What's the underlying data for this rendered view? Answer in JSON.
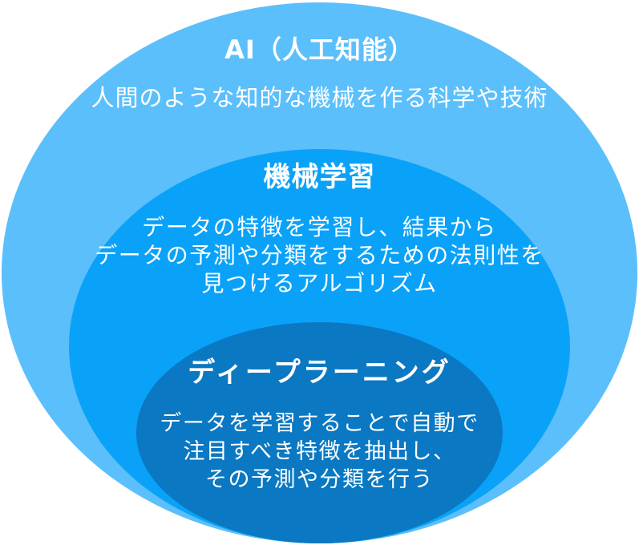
{
  "colors": {
    "outer": "#5BBFFB",
    "middle": "#0AA2F8",
    "inner": "#0A78C2",
    "text": "#FFFFFF",
    "background": "#FFFFFF"
  },
  "ai": {
    "title": "AI（人工知能）",
    "description": "人間のような知的な機械を作る科学や技術"
  },
  "machine_learning": {
    "title": "機械学習",
    "description_lines": [
      "データの特徴を学習し、結果から",
      "データの予測や分類をするための法則性を",
      "見つけるアルゴリズム"
    ]
  },
  "deep_learning": {
    "title": "ディープラーニング",
    "description_lines": [
      "データを学習することで自動で",
      "注目すべき特徴を抽出し、",
      "その予測や分類を行う"
    ]
  }
}
